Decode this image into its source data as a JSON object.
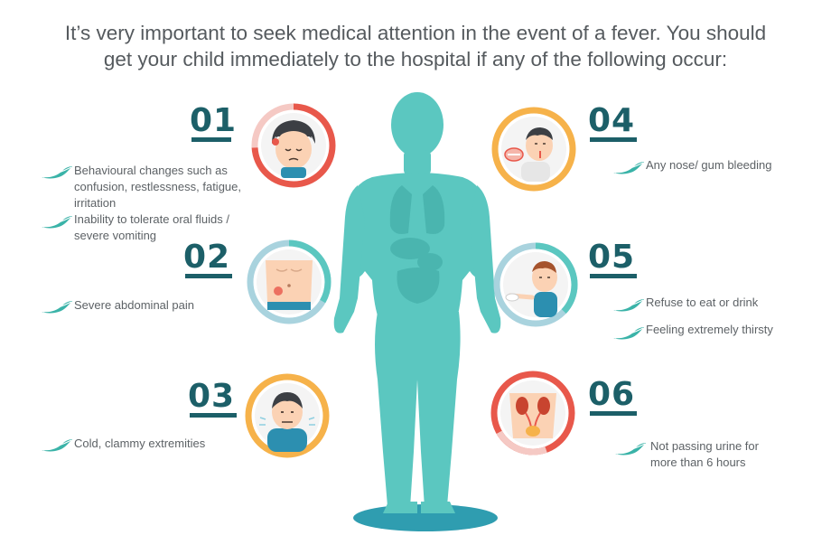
{
  "title": {
    "line1": "It’s very important to seek medical attention in the event of a fever. You should",
    "line2": "get your child immediately to the hospital if any of the following occur:"
  },
  "items": [
    {
      "number": "01",
      "texts": [
        "Behavioural changes such as",
        "confusion, restlessness, fatigue,",
        "irritation"
      ],
      "texts2": [
        "Inability to tolerate oral fluids /",
        "severe vomiting"
      ]
    },
    {
      "number": "02",
      "texts": [
        "Severe abdominal pain"
      ]
    },
    {
      "number": "03",
      "texts": [
        "Cold, clammy extremities"
      ]
    },
    {
      "number": "04",
      "texts": [
        "Any nose/ gum bleeding"
      ]
    },
    {
      "number": "05",
      "texts": [
        "Refuse to eat or drink"
      ],
      "texts2": [
        "Feeling extremely thirsty"
      ]
    },
    {
      "number": "06",
      "texts": [
        "Not passing urine for",
        "more than 6 hours"
      ]
    }
  ],
  "colors": {
    "teal": "#5bc7c0",
    "dark_teal": "#1c5f68",
    "red": "#e8584b",
    "orange": "#f6b24a",
    "light_blue": "#a9d3de",
    "text": "#5d6266"
  },
  "icons": [
    "leaf-bullet-icon",
    "human-body-icon",
    "sick-child-icon",
    "abdomen-icon",
    "shivering-child-icon",
    "nosebleed-child-icon",
    "thirsty-child-icon",
    "kidney-icon"
  ]
}
